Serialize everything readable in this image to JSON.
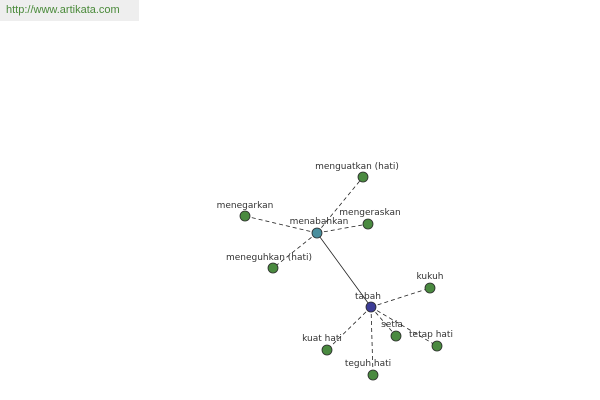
{
  "source_link": "http://www.artikata.com",
  "graph": {
    "nodes": [
      {
        "id": "tabah",
        "label": "tabah",
        "role": "center",
        "color": "#3c3c96"
      },
      {
        "id": "menabahkan",
        "label": "menabahkan",
        "role": "hub",
        "color": "#4a8f9e"
      },
      {
        "id": "menguatkan",
        "label": "menguatkan (hati)",
        "role": "leaf",
        "color": "#4a8a40"
      },
      {
        "id": "menegarkan",
        "label": "menegarkan",
        "role": "leaf",
        "color": "#4a8a40"
      },
      {
        "id": "mengeraskan",
        "label": "mengeraskan",
        "role": "leaf",
        "color": "#4a8a40"
      },
      {
        "id": "meneguhkan",
        "label": "meneguhkan (hati)",
        "role": "leaf",
        "color": "#4a8a40"
      },
      {
        "id": "kukuh",
        "label": "kukuh",
        "role": "leaf",
        "color": "#4a8a40"
      },
      {
        "id": "setia",
        "label": "setia",
        "role": "leaf",
        "color": "#4a8a40"
      },
      {
        "id": "tetap-hati",
        "label": "tetap hati",
        "role": "leaf",
        "color": "#4a8a40"
      },
      {
        "id": "kuat-hati",
        "label": "kuat hati",
        "role": "leaf",
        "color": "#4a8a40"
      },
      {
        "id": "teguh-hati",
        "label": "teguh hati",
        "role": "leaf",
        "color": "#4a8a40"
      }
    ],
    "edges": [
      {
        "from": "tabah",
        "to": "menabahkan",
        "style": "solid"
      },
      {
        "from": "menabahkan",
        "to": "menguatkan",
        "style": "dashed"
      },
      {
        "from": "menabahkan",
        "to": "menegarkan",
        "style": "dashed"
      },
      {
        "from": "menabahkan",
        "to": "mengeraskan",
        "style": "dashed"
      },
      {
        "from": "menabahkan",
        "to": "meneguhkan",
        "style": "dashed"
      },
      {
        "from": "tabah",
        "to": "kukuh",
        "style": "dashed"
      },
      {
        "from": "tabah",
        "to": "setia",
        "style": "dashed"
      },
      {
        "from": "tabah",
        "to": "tetap-hati",
        "style": "dashed"
      },
      {
        "from": "tabah",
        "to": "kuat-hati",
        "style": "dashed"
      },
      {
        "from": "tabah",
        "to": "teguh-hati",
        "style": "dashed"
      }
    ]
  }
}
